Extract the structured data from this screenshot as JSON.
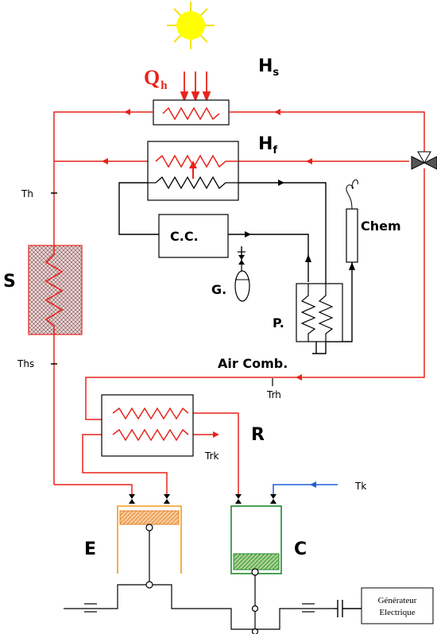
{
  "labels": {
    "Qh_main": "Q",
    "Qh_sub": "h",
    "Hs_main": "H",
    "Hs_sub": "s",
    "Hf_main": "H",
    "Hf_sub": "f",
    "Th": "Th",
    "Ths": "Ths",
    "S": "S",
    "CC": "C.C.",
    "G": "G.",
    "P": "P.",
    "Chem": "Chem",
    "AirComb": "Air Comb.",
    "Trh": "Trh",
    "R": "R",
    "Trk": "Trk",
    "Tk": "Tk",
    "E": "E",
    "C": "C",
    "gen_line1": "Générateur",
    "gen_line2": "Electrique"
  },
  "colors": {
    "hot_line": "#e8231b",
    "cold_inlet": "#1f5fd6",
    "black": "#000000",
    "sun_fill": "#ffff00",
    "sun_rays": "#f2e200",
    "engine_E": "#f59a18",
    "engine_E_fill": "#f6b26b",
    "engine_C": "#1e8a2a",
    "engine_C_fill": "#a9d08e",
    "storage_fill": "#ffd6d6"
  },
  "icons": [
    "sun-icon",
    "three-way-valve-icon",
    "valve-icon",
    "gas-bottle-icon",
    "capacitor-icon",
    "ground-icon"
  ]
}
